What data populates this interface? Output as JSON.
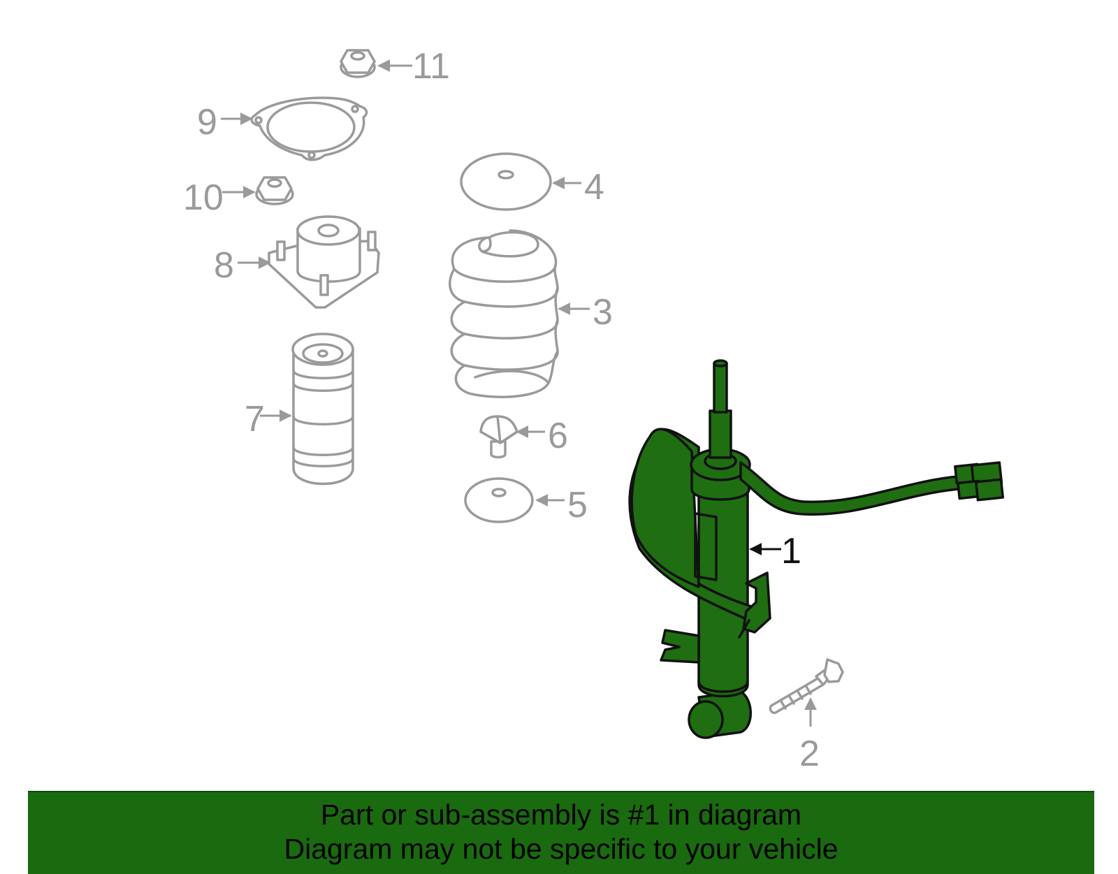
{
  "diagram": {
    "callouts": {
      "1": "1",
      "2": "2",
      "3": "3",
      "4": "4",
      "5": "5",
      "6": "6",
      "7": "7",
      "8": "8",
      "9": "9",
      "10": "10",
      "11": "11"
    },
    "highlight_color": "#1f6e12",
    "part_color": "#9a9a9a"
  },
  "banner": {
    "line1": "Part or sub-assembly is #1 in diagram",
    "line2": "Diagram may not be specific to your vehicle",
    "background": "#1a6a0f"
  }
}
